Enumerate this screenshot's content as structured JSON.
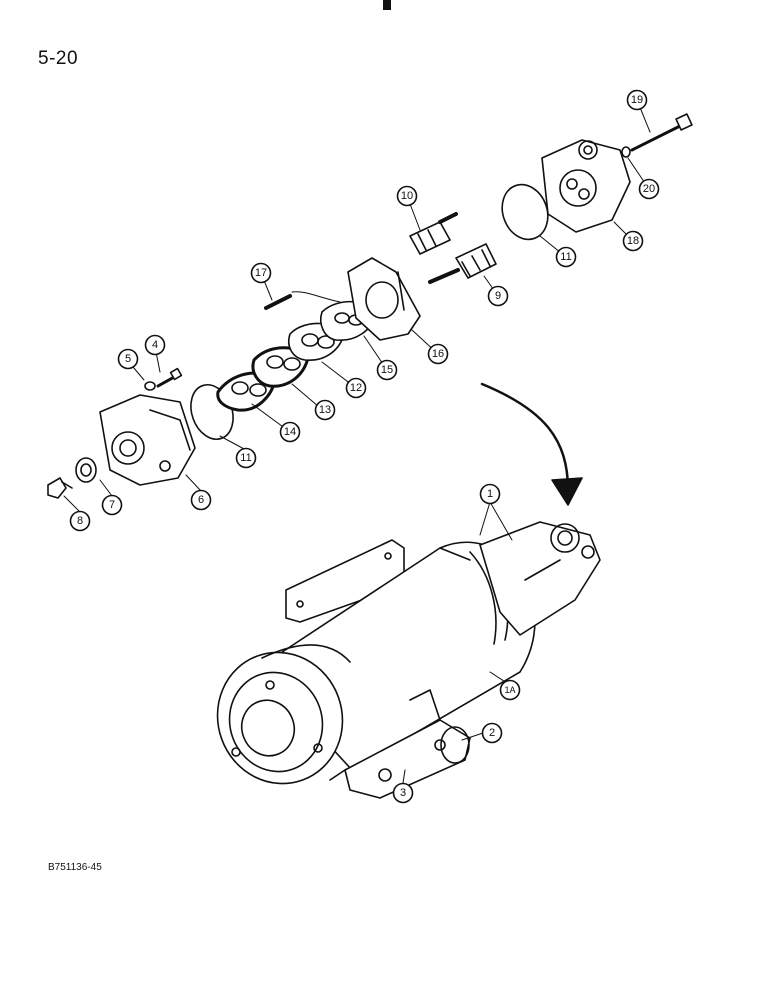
{
  "page_number": "5-20",
  "figure_code": "B751136-45",
  "callouts": [
    "1",
    "1A",
    "2",
    "3",
    "4",
    "5",
    "6",
    "7",
    "8",
    "9",
    "10",
    "11",
    "11",
    "12",
    "13",
    "14",
    "15",
    "16",
    "17",
    "18",
    "19",
    "20"
  ]
}
